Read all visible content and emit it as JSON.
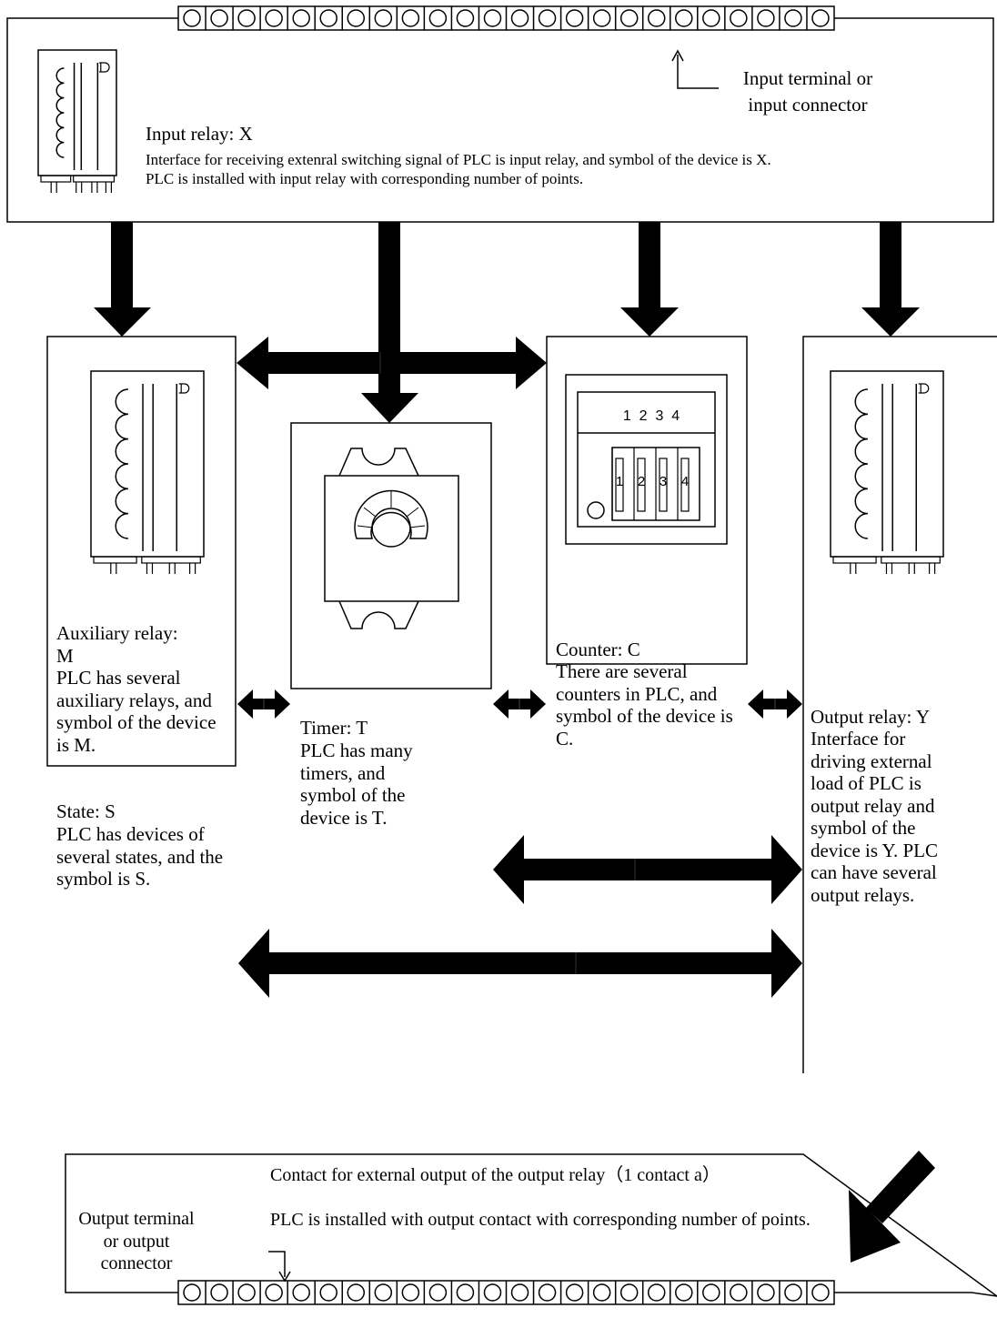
{
  "input_block": {
    "title": "Input relay: X",
    "description_line1": "Interface for receiving extenral switching signal of PLC is input relay, and symbol of the device is X.",
    "description_line2": "PLC is installed with input relay with corresponding number of points.",
    "terminal_label_line1": "Input terminal or",
    "terminal_label_line2": "input connector"
  },
  "auxiliary_block": {
    "title_line1": "Auxiliary relay:",
    "title_line2": "M",
    "description": "PLC has several auxiliary relays, and symbol of the device is M."
  },
  "state_block": {
    "title": "State: S",
    "description": "PLC has devices of several states, and the symbol is S."
  },
  "timer_block": {
    "title": "Timer: T",
    "description": "PLC has many timers, and symbol of the device is T."
  },
  "counter_block": {
    "title": "Counter: C",
    "description": "There are several counters in PLC, and symbol of the device is C.",
    "display_digits": "1  2  3  4",
    "switch_digits": [
      "1",
      "2",
      "3",
      "4"
    ]
  },
  "output_block": {
    "title": "Output relay: Y",
    "description": "Interface for driving external load of PLC is output relay and symbol of the device is Y. PLC can have several output relays."
  },
  "output_contact_block": {
    "description_line1": "Contact for external output of the output relay（1 contact a）",
    "description_line2": "PLC is installed with output contact with corresponding number of points.",
    "terminal_label": "Output terminal or output connector"
  },
  "terminal_strip": {
    "terminal_count": 24
  },
  "colors": {
    "line": "#000000",
    "background": "#ffffff"
  }
}
